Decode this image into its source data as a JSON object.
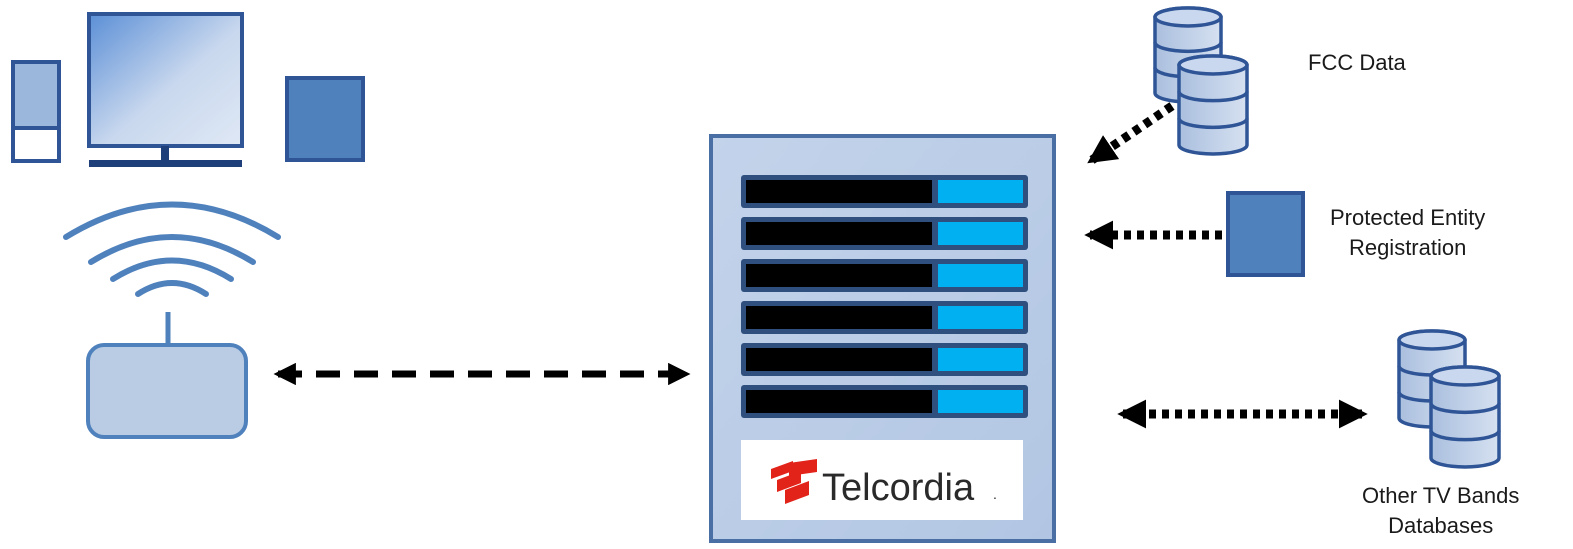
{
  "labels": {
    "fcc": "FCC Data",
    "protected_line1": "Protected Entity",
    "protected_line2": "Registration",
    "other_line1": "Other TV Bands",
    "other_line2": "Databases"
  },
  "logo": {
    "text": "Telcordia",
    "mark": ".",
    "color": "#e2231a"
  },
  "colors": {
    "device_blue": "#4f81bd",
    "device_light": "#b9cce4",
    "server_bar_black": "#000000",
    "server_bar_cyan": "#00b0f0"
  },
  "icons": [
    "desktop-tower-icon",
    "monitor-icon",
    "tablet-icon",
    "wifi-icon",
    "router-icon",
    "server-icon",
    "database-icon",
    "document-icon"
  ]
}
